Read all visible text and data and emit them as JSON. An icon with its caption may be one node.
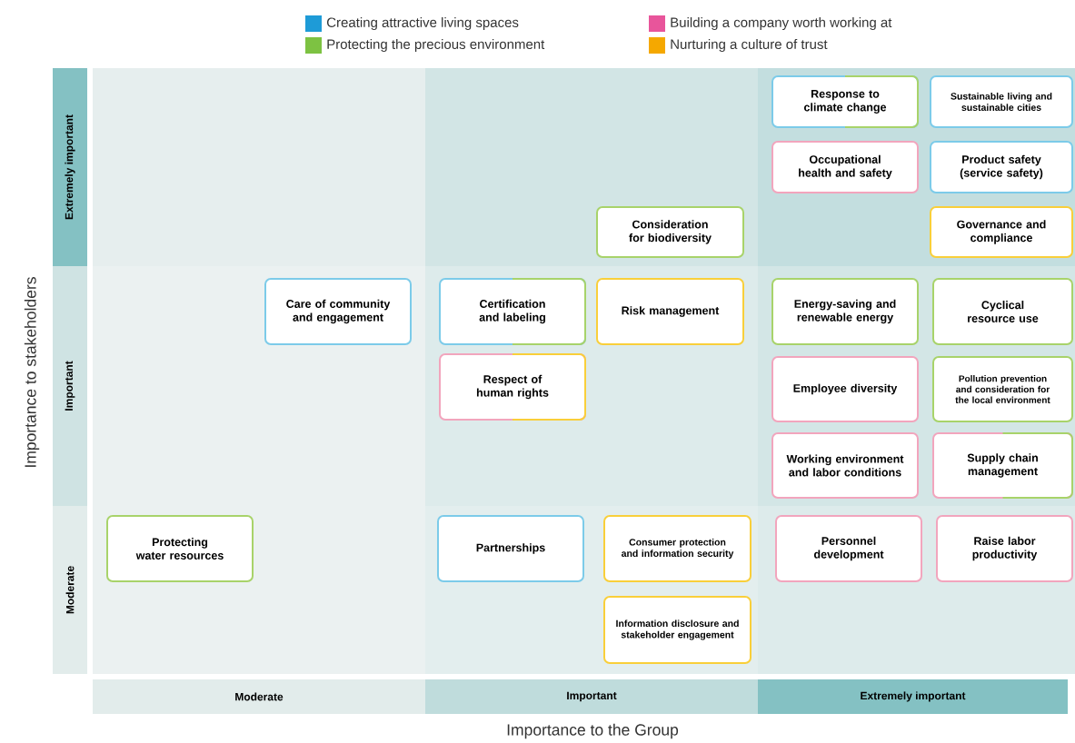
{
  "diagram": {
    "nodes": [
      {
        "text": [
          "Extremely important"
        ]
      },
      {
        "text": [
          "Important"
        ]
      },
      {
        "text": [
          "Moderate"
        ]
      },
      {
        "text": [
          "Response to climate change"
        ]
      },
      {
        "text": [
          "Sustainable living and sustainable cities"
        ]
      },
      {
        "text": [
          "Occupational health and safety"
        ]
      },
      {
        "text": [
          "Product safety (service safety)"
        ]
      },
      {
        "text": [
          "Consideration for biodiversity"
        ]
      },
      {
        "text": [
          "Governance and compliance"
        ]
      },
      {
        "text": [
          "Care of community and engagement"
        ]
      },
      {
        "text": [
          "Certification and labeling"
        ]
      },
      {
        "text": [
          "Risk management"
        ]
      },
      {
        "text": [
          "Energy-saving and renewable energy"
        ]
      },
      {
        "text": [
          "Cyclical resource use"
        ]
      },
      {
        "text": [
          "Respect of human rights"
        ]
      },
      {
        "text": [
          "Employee diversity"
        ]
      },
      {
        "text": [
          "Pollution prevention and consideration for the local environment"
        ]
      },
      {
        "text": [
          "Working environment and labor conditions"
        ]
      },
      {
        "text": [
          "Supply chain management"
        ]
      },
      {
        "text": [
          "Protecting water resources"
        ]
      },
      {
        "text": [
          "Partnerships"
        ]
      },
      {
        "text": [
          "Consumer protection and information security"
        ]
      },
      {
        "text": [
          "Personnel development"
        ]
      },
      {
        "text": [
          "Raise labor productivity"
        ]
      },
      {
        "text": [
          "Information disclosure and stakeholder engagement"
        ]
      },
      {
        "text": [
          "Moderate"
        ]
      },
      {
        "text": [
          "Important"
        ]
      },
      {
        "text": [
          "Extremely important"
        ]
      }
    ],
    "labels": [
      "Importance to stakeholders",
      "Importance to the Group"
    ],
    "legend": [
      {
        "text": "Creating attractive living spaces",
        "color": "#1e9bd7"
      },
      {
        "text": "Building a company worth working at",
        "color": "#e8559b"
      },
      {
        "text": "Protecting the precious environment",
        "color": "#7dc242"
      },
      {
        "text": "Nurturing a culture of trust",
        "color": "#f5a800"
      }
    ]
  }
}
